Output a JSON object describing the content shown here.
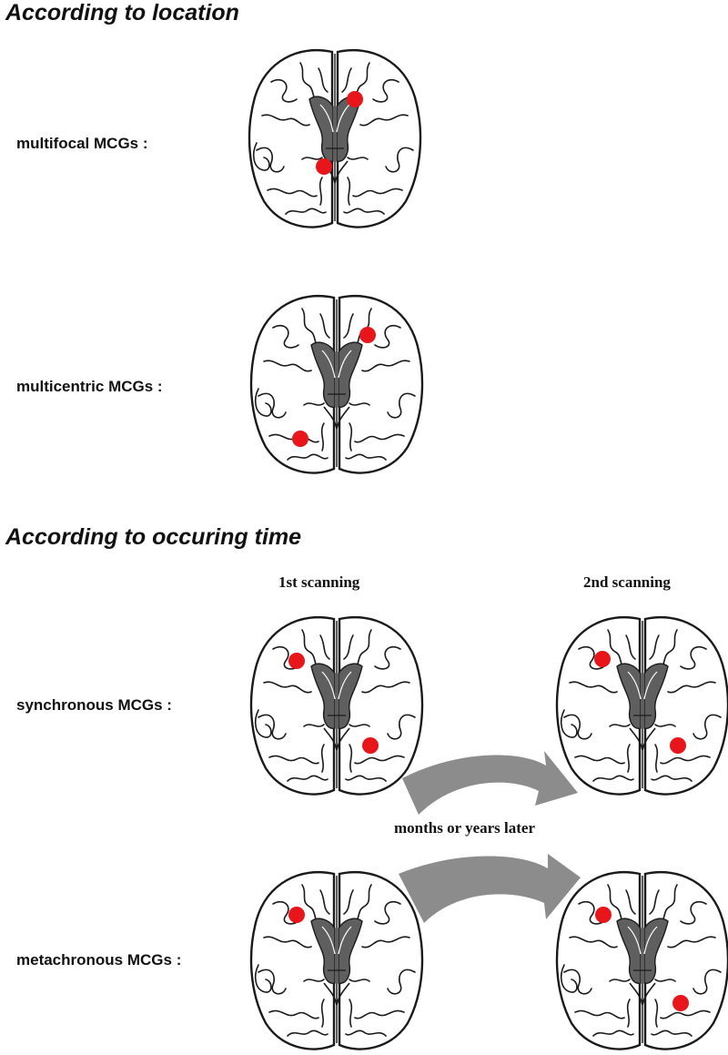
{
  "sections": {
    "location": {
      "title": "According to location",
      "rows": {
        "multifocal": {
          "label": "multifocal MCGs :"
        },
        "multicentric": {
          "label": "multicentric MCGs :"
        }
      }
    },
    "time": {
      "title": "According to occuring time",
      "columns": {
        "first": "1st scanning",
        "second": "2nd scanning"
      },
      "rows": {
        "synchronous": {
          "label": "synchronous MCGs :"
        },
        "metachronous": {
          "label": "metachronous MCGs :"
        }
      },
      "arrow_caption": "months or years later"
    }
  },
  "colors": {
    "lesion": "#e8161b",
    "ventricle": "#5f5f5f",
    "outline": "#1a1a1a",
    "arrow": "#8c8c8c"
  }
}
